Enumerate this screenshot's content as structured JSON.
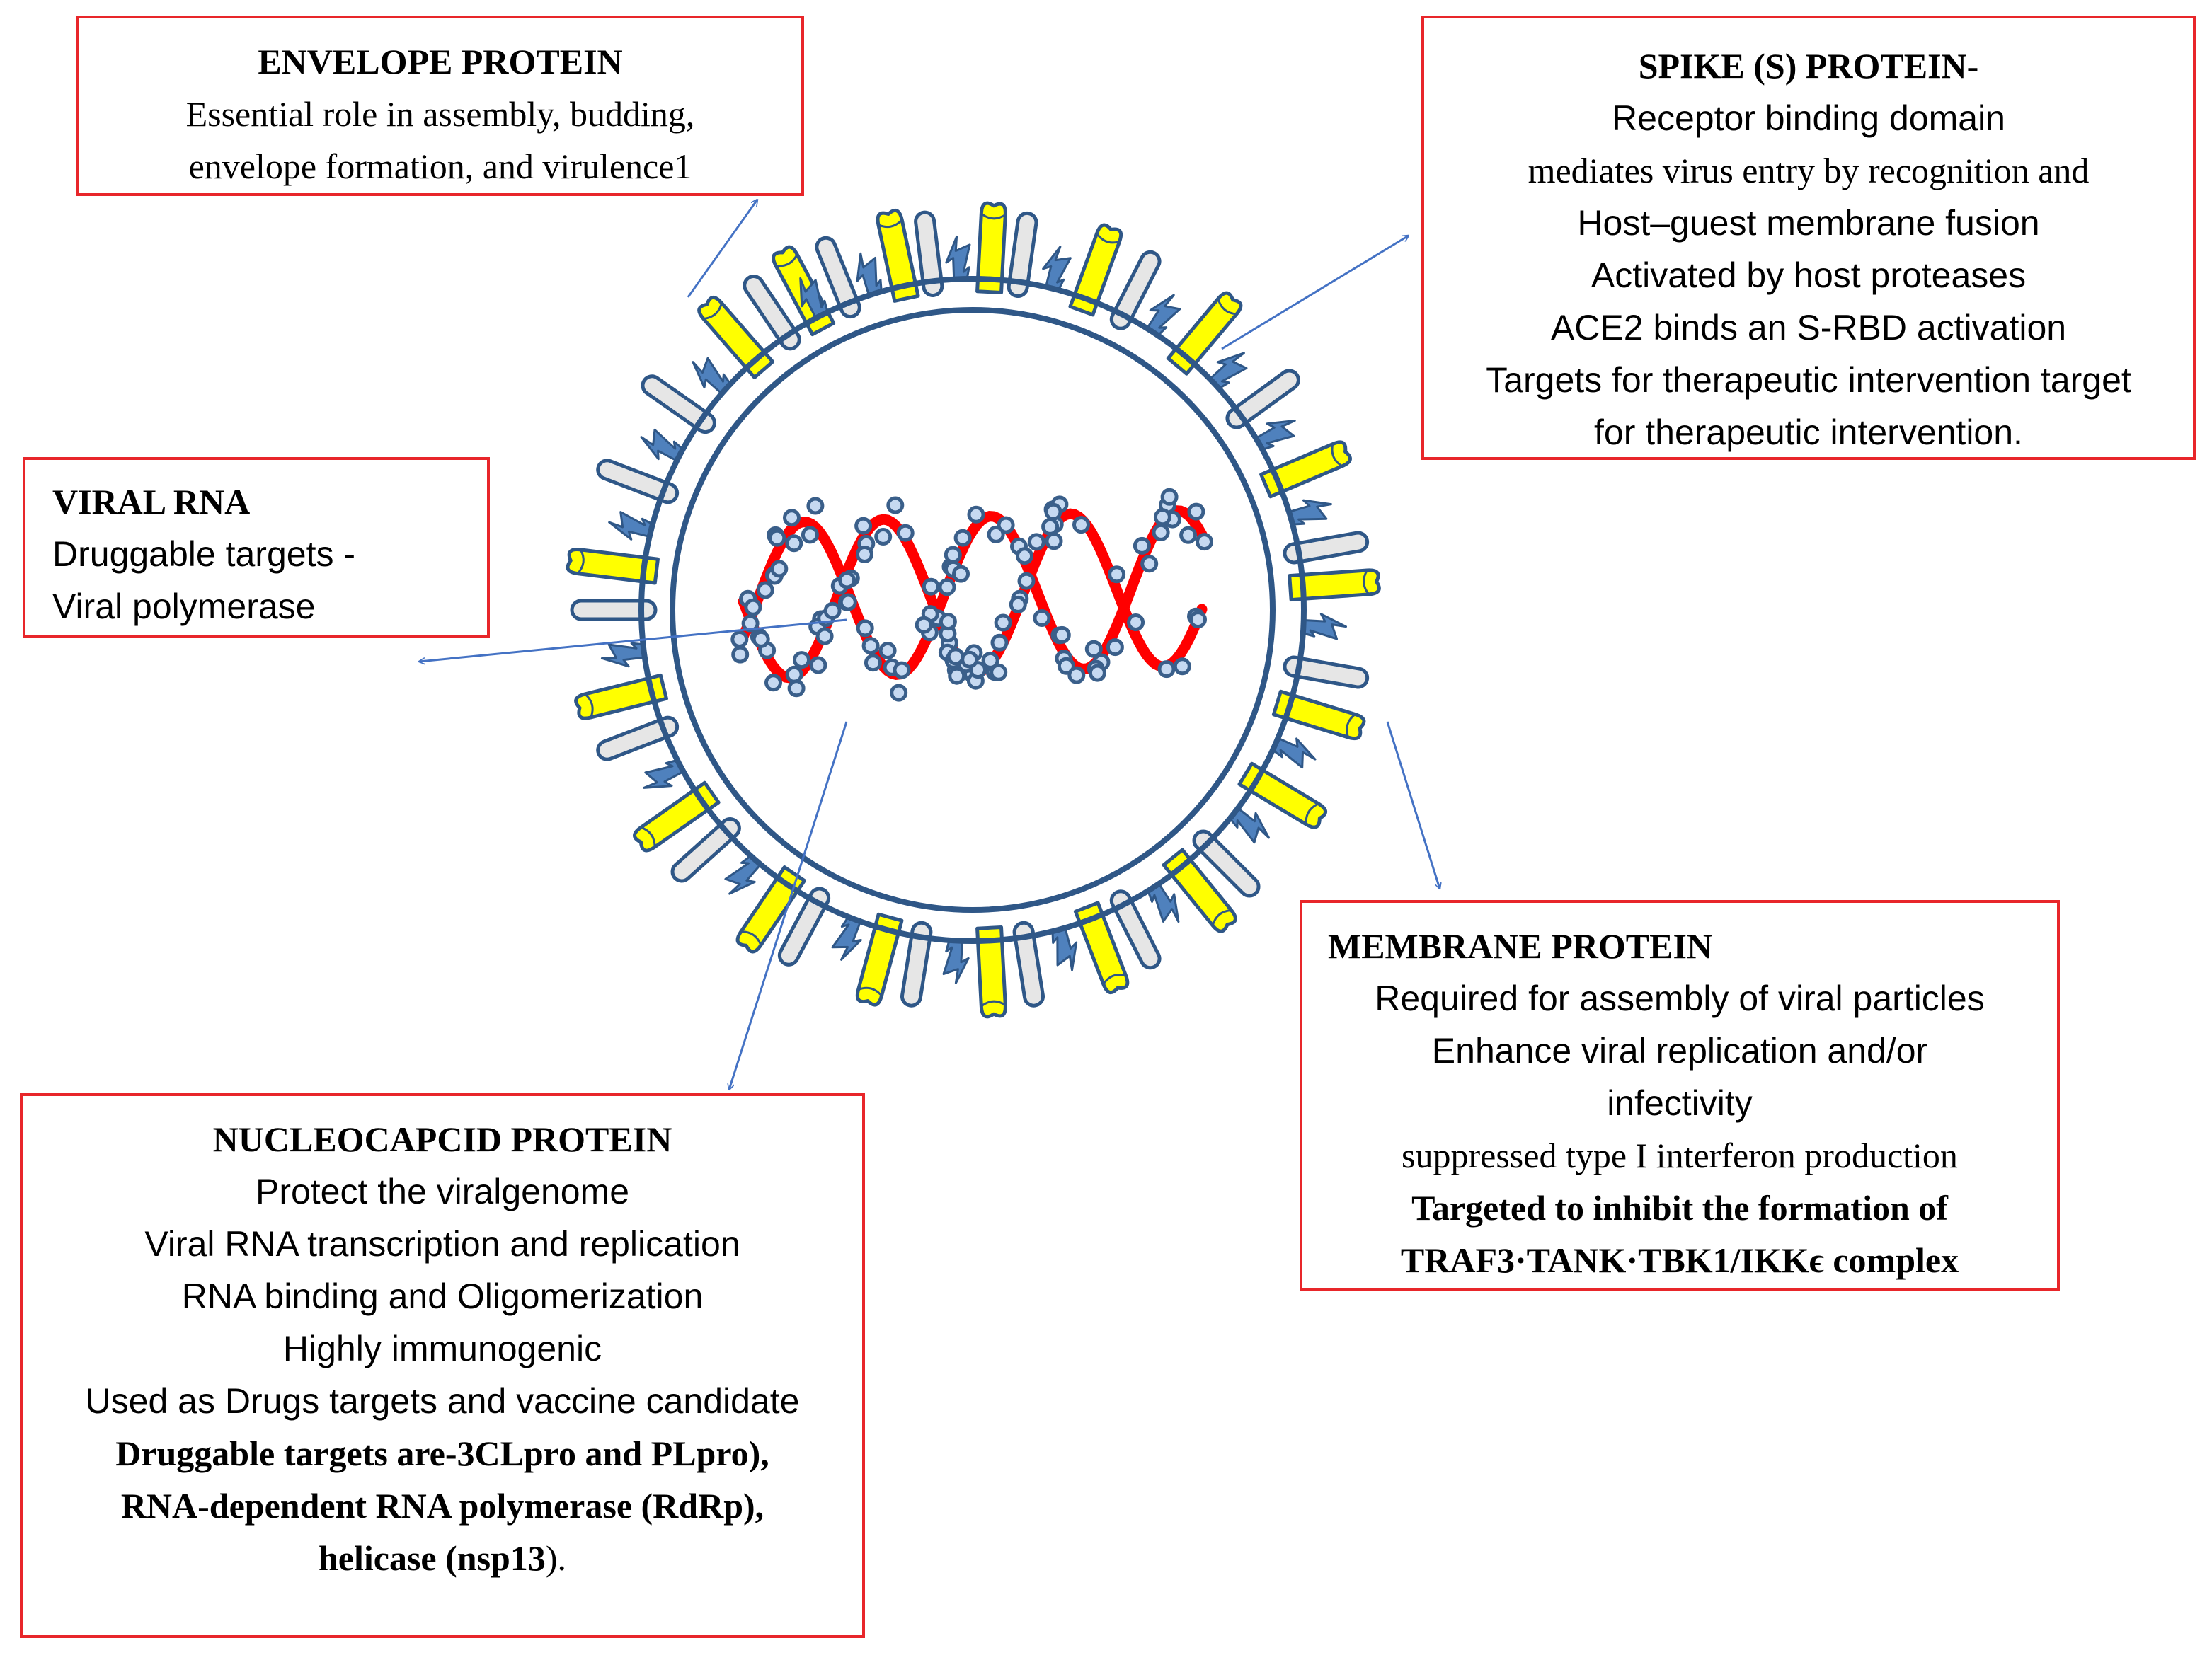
{
  "boxes": {
    "envelope": {
      "title": "ENVELOPE PROTEIN",
      "lines": [
        "Essential role in assembly, budding,",
        "envelope formation, and virulence1"
      ]
    },
    "spike": {
      "title": "SPIKE (S) PROTEIN-",
      "lines": [
        "Receptor binding domain",
        "mediates virus entry by recognition and",
        "Host–guest membrane fusion",
        "Activated by host proteases",
        "ACE2 binds an S-RBD activation",
        "Targets for therapeutic intervention target",
        "for therapeutic intervention."
      ]
    },
    "rna": {
      "title": "VIRAL RNA",
      "lines": [
        "Druggable targets -",
        "Viral polymerase"
      ]
    },
    "membrane": {
      "title": "MEMBRANE PROTEIN",
      "lines": [
        "Required for assembly of viral particles",
        "Enhance viral replication and/or",
        "infectivity",
        "suppressed type I interferon production"
      ],
      "bold_lines": [
        "Targeted to inhibit the formation of",
        "TRAF3·TANK·TBK1/IKKϵ complex"
      ]
    },
    "nucleocapsid": {
      "title": "NUCLEOCAPCID PROTEIN",
      "lines": [
        "Protect the viralgenome",
        "Viral RNA transcription and replication",
        "RNA binding and Oligomerization",
        "Highly immunogenic",
        "Used as Drugs targets and vaccine candidate"
      ],
      "bold_lines": [
        "Druggable targets are-3CLpro and PLpro),",
        "RNA-dependent RNA polymerase (RdRp),"
      ],
      "last_line_bold": "helicase (nsp13",
      "last_line_tail": ")."
    }
  },
  "colors": {
    "box_border": "#e8262a",
    "arrow": "#4472c4",
    "membrane": "#2f5787",
    "spike_yellow": "#ffff00",
    "spike_grey": "#e6e6e6",
    "glycoprotein_blue": "#4f81bd",
    "rna_red": "#ff0000",
    "nucleocapsid_bead": "#c6d9f1"
  }
}
